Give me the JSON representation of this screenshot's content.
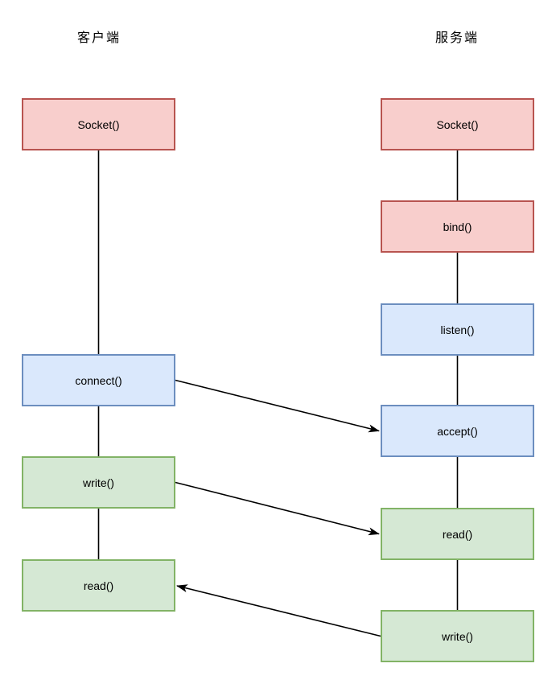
{
  "titles": {
    "client": "客户端",
    "server": "服务端"
  },
  "palette": {
    "red_fill": "#f8cecc",
    "red_stroke": "#b85450",
    "blue_fill": "#dae8fc",
    "blue_stroke": "#6c8ebf",
    "green_fill": "#d5e8d4",
    "green_stroke": "#82b366",
    "line": "#000000",
    "background": "#ffffff"
  },
  "diagram": {
    "client_nodes": [
      {
        "label": "Socket()",
        "color": "red"
      },
      {
        "label": "connect()",
        "color": "blue"
      },
      {
        "label": "write()",
        "color": "green"
      },
      {
        "label": "read()",
        "color": "green"
      }
    ],
    "server_nodes": [
      {
        "label": "Socket()",
        "color": "red"
      },
      {
        "label": "bind()",
        "color": "red"
      },
      {
        "label": "listen()",
        "color": "blue"
      },
      {
        "label": "accept()",
        "color": "blue"
      },
      {
        "label": "read()",
        "color": "green"
      },
      {
        "label": "write()",
        "color": "green"
      }
    ],
    "edges": [
      {
        "from": "client.connect()",
        "to": "server.accept()",
        "type": "arrow"
      },
      {
        "from": "client.write()",
        "to": "server.read()",
        "type": "arrow"
      },
      {
        "from": "server.write()",
        "to": "client.read()",
        "type": "arrow"
      }
    ],
    "sequence_links": [
      "client: Socket() -> connect() -> write() -> read()",
      "server: Socket() -> bind() -> listen() -> accept() -> read() -> write()"
    ]
  }
}
